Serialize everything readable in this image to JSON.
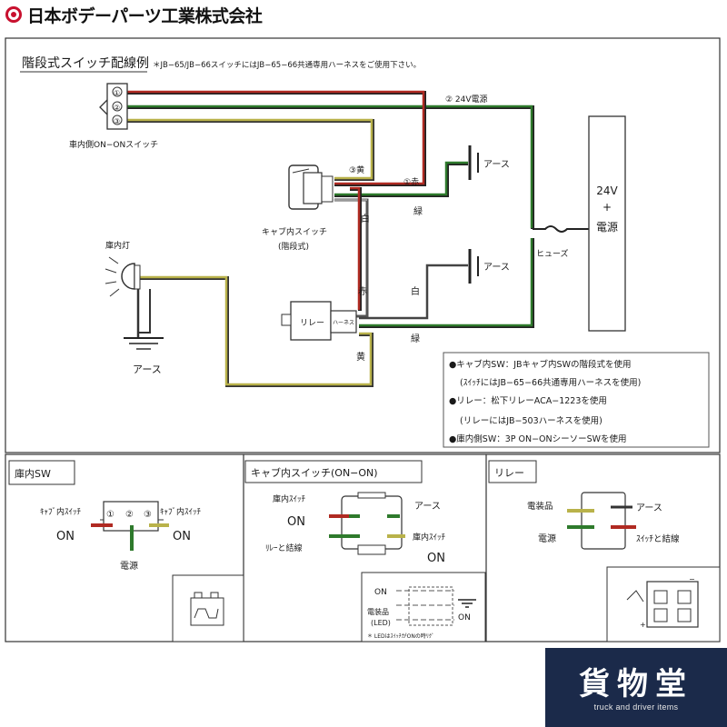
{
  "brand": {
    "name": "日本ボデーパーツ工業株式会社"
  },
  "main_diagram": {
    "title": "階段式スイッチ配線例",
    "note": "＊JB−65/JB−66スイッチにはJB−65−66共通専用ハーネスをご使用下さい。",
    "in_car_switch_label": "車内側ON−ONスイッチ",
    "terminals": [
      "①",
      "②",
      "③"
    ],
    "wire_24v": "② 24V電源",
    "wire_yellow_3": "③黄",
    "wire_red_1": "①赤",
    "cab_switch_label": "キャブ内スイッチ",
    "cab_switch_sub": "(階段式)",
    "earth_label": "アース",
    "earth_short": "アース",
    "white": "白",
    "green": "緑",
    "red": "赤",
    "yellow": "黄",
    "fuse": "ヒューズ",
    "relay": "リレー",
    "harness": "ハーネス",
    "cabin_lamp": "庫内灯",
    "power_box": [
      "24V",
      "+",
      "電源"
    ],
    "notes": [
      "●キャブ内SW：JBキャブ内SWの階段式を使用",
      "(ｽｲｯﾁにはJB−65−66共通専用ハーネスを使用)",
      "●リレー：松下リレーACA−1223を使用",
      "(リレーにはJB−503ハーネスを使用)",
      "●庫内側SW：3P ON−ONシーソーSWを使用"
    ]
  },
  "panel_inside_sw": {
    "title": "庫内SW",
    "left_label": "ｷｬﾌﾞ内ｽｲｯﾁ",
    "left_on": "ON",
    "right_label": "ｷｬﾌﾞ内ｽｲｯﾁ",
    "right_on": "ON",
    "pins": [
      "①",
      "②",
      "③"
    ],
    "power": "電源"
  },
  "panel_cab_switch": {
    "title": "キャブ内スイッチ(ON−ON)",
    "left_top": "庫内ｽｲｯﾁ",
    "left_on": "ON",
    "left_bottom": "ﾘﾚｰと結線",
    "right_top": "アース",
    "right_label": "庫内ｽｲｯﾁ",
    "right_on": "ON",
    "inset_on_left": "ON",
    "inset_on_right": "ON",
    "inset_device": "電装品",
    "inset_led": "(LED)",
    "inset_note": "＊ LEDはｽｲｯﾁがONの時ﾘｸﾞ"
  },
  "panel_relay": {
    "title": "リレー",
    "device": "電装品",
    "power": "電源",
    "earth": "アース",
    "switch_link": "ｽｲｯﾁと結線"
  },
  "colors": {
    "red": "#b02a22",
    "green": "#2e7a2c",
    "yellow": "#b9b24a",
    "black": "#222222",
    "navy": "#1b2a4a"
  },
  "logo": {
    "main": "貨物堂",
    "sub": "truck and driver items"
  }
}
